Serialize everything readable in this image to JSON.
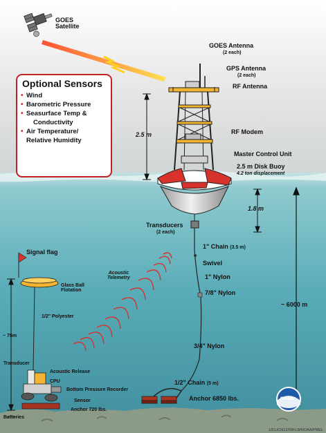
{
  "satellite": {
    "label_1": "GOES",
    "label_2": "Satellite"
  },
  "optional_sensors": {
    "title": "Optional Sensors",
    "items": [
      {
        "line_1": "Wind"
      },
      {
        "line_1": "Barometric Pressure"
      },
      {
        "line_1": "Seasurface Temp &",
        "line_2": "Conductivity"
      },
      {
        "line_1": "Air Temperature/",
        "line_2": "Relative Humidity"
      }
    ]
  },
  "buoy": {
    "goes_antenna": "GOES Antenna",
    "goes_antenna_count": "(2 each)",
    "gps_antenna": "GPS Antenna",
    "gps_antenna_count": "(2 each)",
    "rf_antenna": "RF Antenna",
    "tower_height": "2.5 m",
    "rf_modem": "RF Modem",
    "master_control_unit": "Master Control Unit",
    "disk_buoy": "2.5 m Disk Buoy",
    "displacement": "4.2 ton displacement",
    "draft": "1.8 m",
    "transducers": "Transducers",
    "transducers_count": "(2 each)"
  },
  "mooring": {
    "chain_top": "1\" Chain",
    "chain_top_length": "(3.5 m)",
    "swivel": "Swivel",
    "nylon_1": "1\" Nylon",
    "nylon_78": "7/8\" Nylon",
    "nylon_34": "3/4\" Nylon",
    "chain_bottom": "1/2\" Chain",
    "chain_bottom_length": "(5 m)",
    "anchor": "Anchor 6850 lbs.",
    "depth": "~ 6000 m"
  },
  "telemetry": {
    "line_1": "Acoustic",
    "line_2": "Telemetry"
  },
  "bpr": {
    "signal_flag": "Signal flag",
    "glass_ball_1": "Glass Ball",
    "glass_ball_2": "Flotation",
    "polyester": "1/2\" Polyester",
    "height": "~ 75m",
    "transducer": "Transducer",
    "acoustic_release": "Acoustic Release",
    "cpu": "CPU",
    "bottom_pressure_recorder": "Bottom Pressure Recorder",
    "sensor": "Sensor",
    "anchor": "Anchor 720 lbs.",
    "batteries": "Batteries"
  },
  "logo": {
    "text": "noaa"
  },
  "credit": "1/01JCN12/09KLB/NOAA/PMEL",
  "colors": {
    "sky": "#dcdcdc",
    "sea": "#56a8b4",
    "buoy_red": "#d8322c",
    "orange": "#e0a020",
    "box_border": "#c02020"
  }
}
